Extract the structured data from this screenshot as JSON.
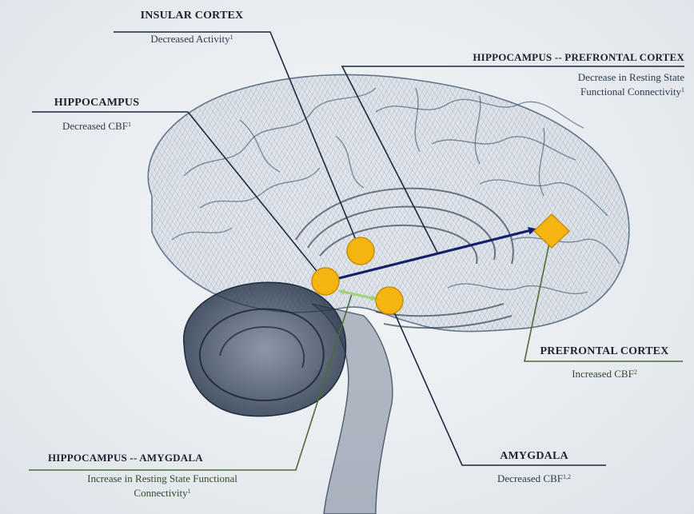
{
  "labels": {
    "insular": {
      "title": "INSULAR CORTEX",
      "desc": "Decreased Activity",
      "ref": "1"
    },
    "hipp_pfc": {
      "title": "HIPPOCAMPUS -- PREFRONTAL CORTEX",
      "desc_line1": "Decrease in Resting State",
      "desc_line2": "Functional Connectivity",
      "ref": "1"
    },
    "hippocampus": {
      "title": "HIPPOCAMPUS",
      "desc": "Decreased CBF",
      "ref": "1"
    },
    "prefrontal": {
      "title": "PREFRONTAL CORTEX",
      "desc": "Increased CBF",
      "ref": "2"
    },
    "amygdala": {
      "title": "AMYGDALA",
      "desc": "Decreased CBF",
      "ref": "1,2"
    },
    "hipp_amyg": {
      "title": "HIPPOCAMPUS -- AMYGDALA",
      "desc_line1": "Increase in Resting State Functional",
      "desc_line2": "Connectivity",
      "ref": "1"
    }
  },
  "colors": {
    "marker": "#f5b510",
    "marker_stroke": "#c98c05",
    "leader_dark": "#1c2740",
    "leader_green": "#4e6b34",
    "connection_dark": "#14206a",
    "connection_green": "#9ed17a",
    "mesh": "#2e4463"
  }
}
